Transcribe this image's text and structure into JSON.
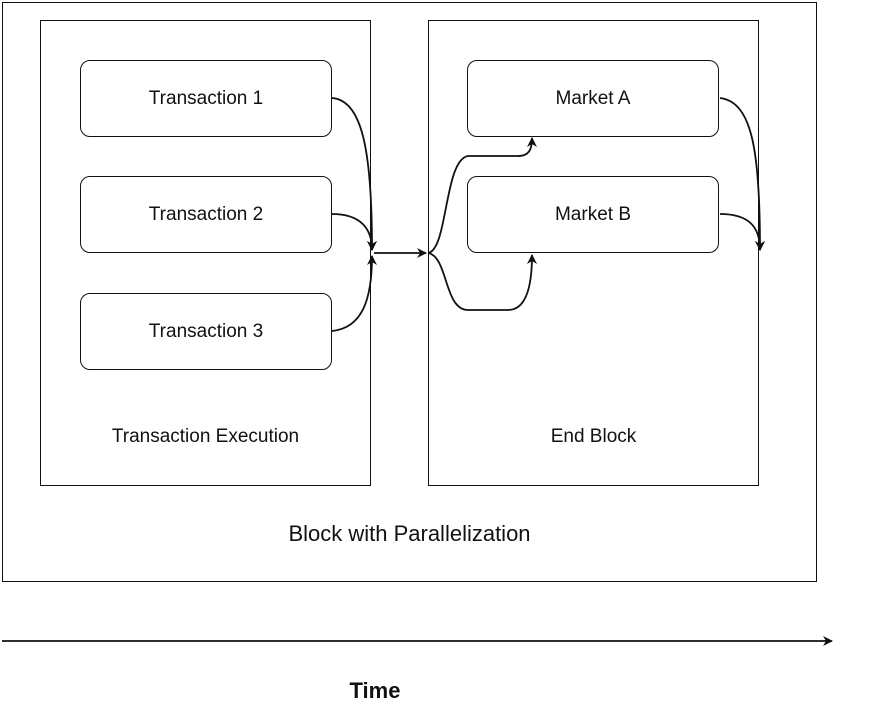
{
  "diagram": {
    "outer_label": "Block with Parallelization",
    "left_panel": {
      "label": "Transaction Execution",
      "nodes": [
        "Transaction 1",
        "Transaction 2",
        "Transaction 3"
      ]
    },
    "right_panel": {
      "label": "End Block",
      "nodes": [
        "Market A",
        "Market B"
      ]
    },
    "axis_label": "Time"
  }
}
